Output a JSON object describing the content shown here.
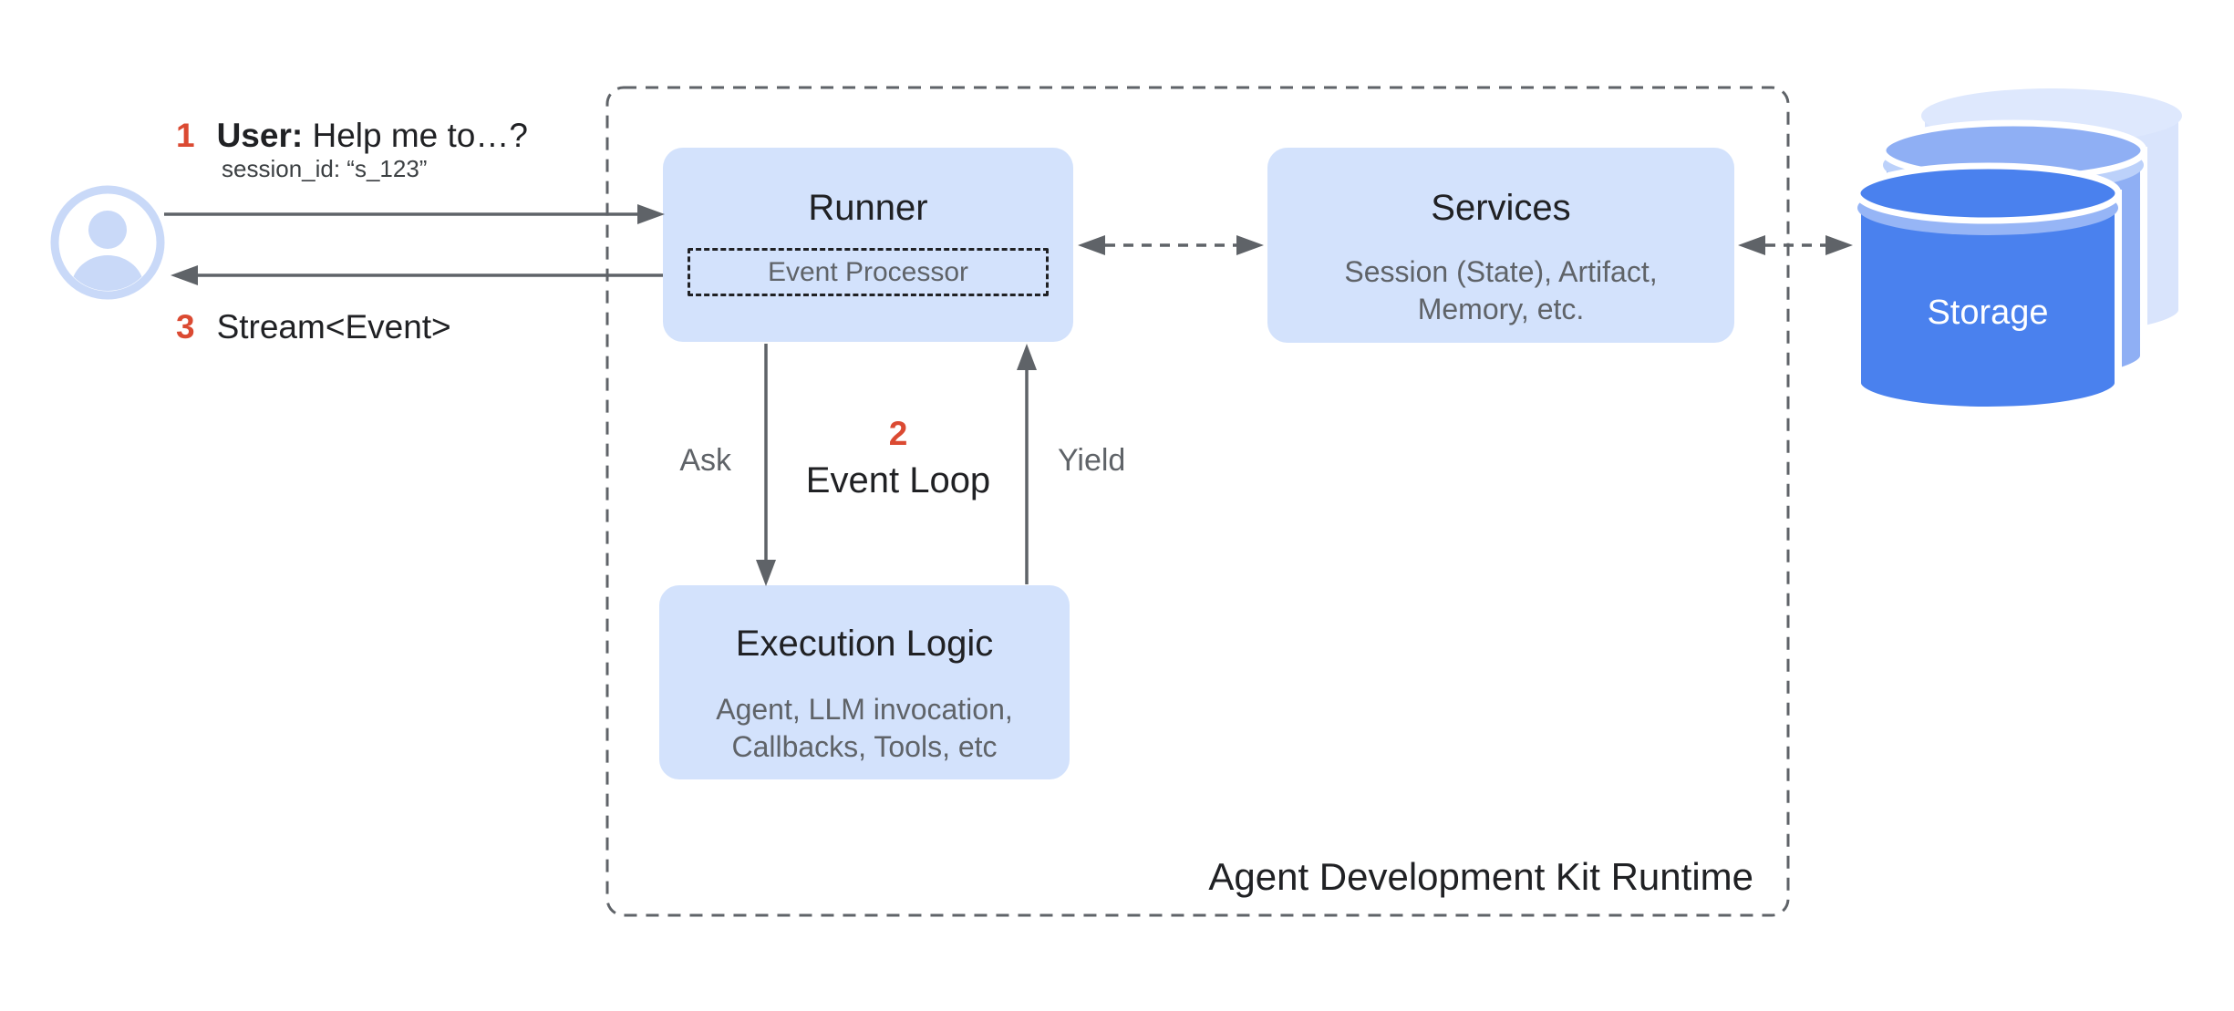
{
  "colors": {
    "accent_red": "#DB4A32",
    "box_blue": "#D3E2FC",
    "text_dark": "#202124",
    "text_gray": "#5F6368",
    "arrow_gray": "#5F6368",
    "avatar_blue": "#C9D9F8",
    "storage_front": "#4A81EE",
    "storage_middle": "#8FAFF4",
    "storage_back": "#D9E4FC",
    "background": "#FFFFFF"
  },
  "user_flow": {
    "step1_number": "1",
    "step1_user": "User:",
    "step1_message": " Help me to…?",
    "session_line": "session_id: “s_123”",
    "step3_number": "3",
    "step3_label": "Stream<Event>"
  },
  "runtime": {
    "container_title": "Agent Development Kit Runtime",
    "runner": {
      "title": "Runner",
      "event_processor_label": "Event Processor"
    },
    "services": {
      "title": "Services",
      "subtitle_line1": "Session (State), Artifact,",
      "subtitle_line2": "Memory, etc."
    },
    "execution_logic": {
      "title": "Execution Logic",
      "subtitle_line1": "Agent, LLM invocation,",
      "subtitle_line2": "Callbacks, Tools, etc"
    },
    "event_loop": {
      "step_number": "2",
      "label": "Event Loop",
      "ask_label": "Ask",
      "yield_label": "Yield"
    }
  },
  "storage": {
    "label": "Storage"
  }
}
